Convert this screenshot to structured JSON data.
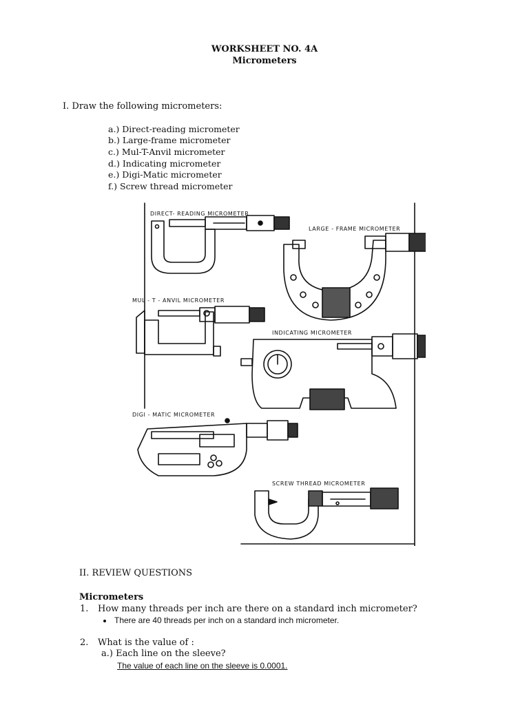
{
  "header": {
    "title": "WORKSHEET NO. 4A",
    "subtitle": "Micrometers"
  },
  "section1": {
    "heading": "I. Draw the following micrometers:",
    "items": [
      "a.) Direct-reading micrometer",
      "b.) Large-frame micrometer",
      "c.) Mul-T-Anvil micrometer",
      "d.) Indicating micrometer",
      "e.) Digi-Matic micrometer",
      "f.) Screw thread micrometer"
    ]
  },
  "drawing": {
    "labels": {
      "direct": "DIRECT- READING  MICROMETER",
      "large": "LARGE - FRAME  MICROMETER",
      "multanvil": "MUL - T - ANVIL  MICROMETER",
      "indicating": "INDICATING  MICROMETER",
      "digimatic": "DIGI - MATIC  MICROMETER",
      "screw": "SCREW THREAD  MICROMETER"
    }
  },
  "section2": {
    "heading": "II. REVIEW QUESTIONS",
    "subheading": "Micrometers",
    "q1": {
      "number": "1.",
      "text": "How many threads per inch are there on a standard inch micrometer?",
      "answer": "There are  40 threads per inch on a standard inch micrometer."
    },
    "q2": {
      "number": "2.",
      "text": "What is the value of :",
      "sub_a": "a.) Each line on the sleeve?",
      "answer_a": "The value of each line on the sleeve is 0.0001."
    }
  }
}
